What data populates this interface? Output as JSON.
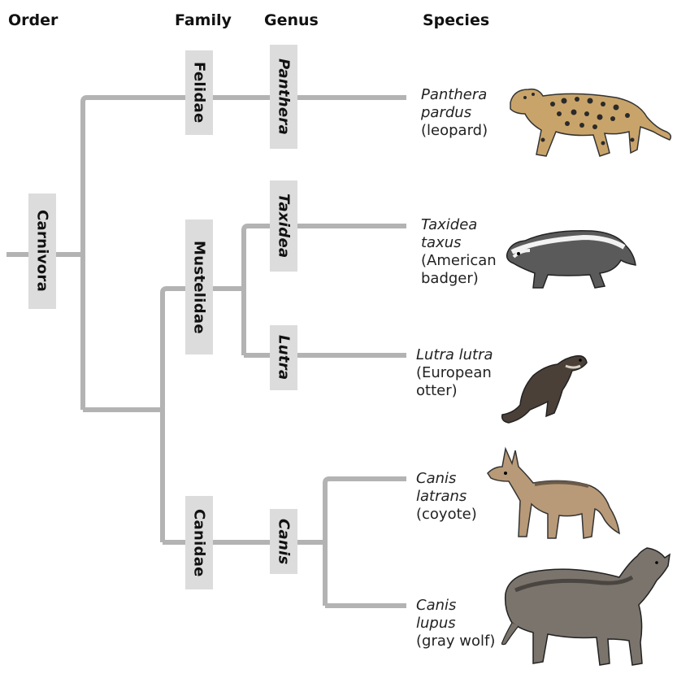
{
  "headers": {
    "order": "Order",
    "family": "Family",
    "genus": "Genus",
    "species": "Species"
  },
  "order": {
    "name": "Carnivora"
  },
  "families": [
    {
      "name": "Felidae"
    },
    {
      "name": "Mustelidae"
    },
    {
      "name": "Canidae"
    }
  ],
  "genera": [
    {
      "name": "Panthera"
    },
    {
      "name": "Taxidea"
    },
    {
      "name": "Lutra"
    },
    {
      "name": "Canis"
    }
  ],
  "species": [
    {
      "scientific_1": "Panthera",
      "scientific_2": "pardus",
      "common_1": "(leopard)",
      "common_2": "",
      "icon": "leopard-illustration"
    },
    {
      "scientific_1": "Taxidea",
      "scientific_2": "taxus",
      "common_1": "(American",
      "common_2": "badger)",
      "icon": "badger-illustration"
    },
    {
      "scientific_1": "Lutra lutra",
      "scientific_2": "",
      "common_1": "(European",
      "common_2": "otter)",
      "icon": "otter-illustration"
    },
    {
      "scientific_1": "Canis",
      "scientific_2": "latrans",
      "common_1": "(coyote)",
      "common_2": "",
      "icon": "coyote-illustration"
    },
    {
      "scientific_1": "Canis",
      "scientific_2": "lupus",
      "common_1": "(gray wolf)",
      "common_2": "",
      "icon": "wolf-illustration"
    }
  ],
  "colors": {
    "branch": "#b3b3b3",
    "label_box": "#dcdcdc",
    "text": "#111111"
  }
}
